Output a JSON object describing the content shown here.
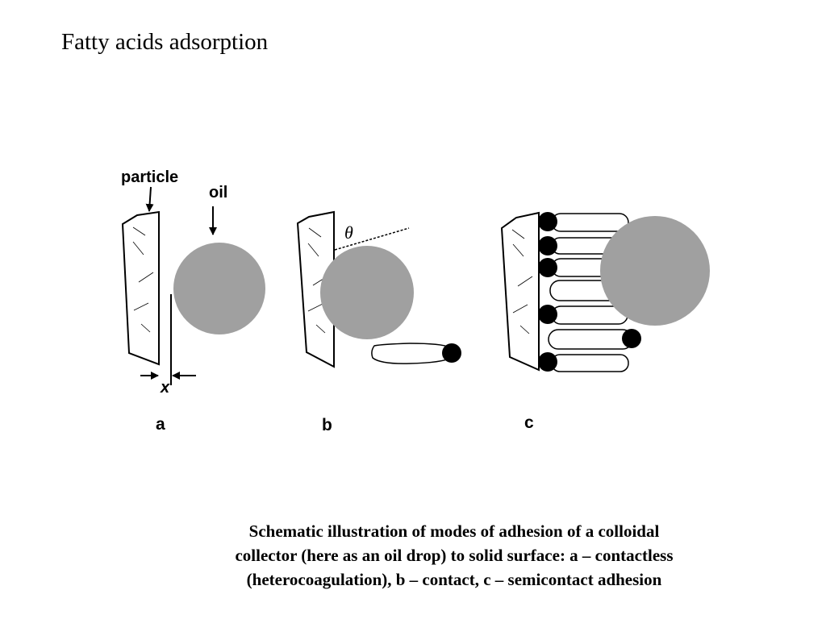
{
  "slide": {
    "title": "Fatty acids adsorption",
    "caption_lines": [
      "Schematic illustration of modes of adhesion of  a colloidal",
      "collector (here as an oil  drop) to solid surface: a – contactless",
      "(heterocoagulation), b – contact, c – semicontact adhesion"
    ]
  },
  "diagram": {
    "label_particle": "particle",
    "label_oil": "oil",
    "label_theta": "θ",
    "label_x": "x",
    "panel_a": "a",
    "panel_b": "b",
    "panel_c": "c"
  },
  "colors": {
    "oil_drop": "#a0a0a0",
    "outline": "#000000",
    "head": "#000000"
  }
}
